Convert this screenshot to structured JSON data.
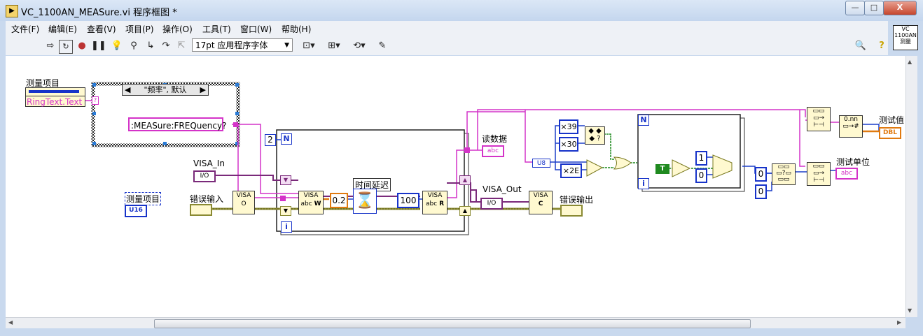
{
  "window": {
    "title": "VC_1100AN_MEASure.vi 程序框图 *",
    "min_label": "—",
    "max_label": "□",
    "close_label": "X"
  },
  "menu": [
    "文件(F)",
    "编辑(E)",
    "查看(V)",
    "项目(P)",
    "操作(O)",
    "工具(T)",
    "窗口(W)",
    "帮助(H)"
  ],
  "toolbar": {
    "font": "17pt 应用程序字体"
  },
  "vi_icon": {
    "line1": "VC",
    "line2": "1100AN",
    "line3": "测量"
  },
  "diagram": {
    "ctrl_label": "测量项目",
    "ring_property": "RingText.Text",
    "case_selector": "\"频率\", 默认",
    "cmd_string": ":MEASure:FREQuency?",
    "loop_count": "2",
    "loop_n": "N",
    "loop_i": "i",
    "visa_in_label": "VISA_In",
    "visa_io": "I/O",
    "err_in_label": "错误输入",
    "meas_item_label": "测量项目",
    "u16": "U16",
    "delay_label": "时间延迟",
    "delay_value": "0.2",
    "read_count": "100",
    "read_label": "读数据",
    "abc": "abc",
    "visa_out_label": "VISA_Out",
    "err_out_label": "错误输出",
    "char_39": "39",
    "char_30": "30",
    "char_2e": "2E",
    "u8": "U8",
    "inner_n": "N",
    "inner_i": "i",
    "bool_t": "T",
    "const_1": "1",
    "const_0": "0",
    "const_0b": "0",
    "const_0c": "0",
    "test_value_label": "测试值",
    "dbl": "DBL",
    "test_unit_label": "测试单位",
    "visa_glyph": "VISA",
    "visa_w": "W",
    "visa_r": "R",
    "visa_c": "C",
    "visa_o": "O"
  }
}
